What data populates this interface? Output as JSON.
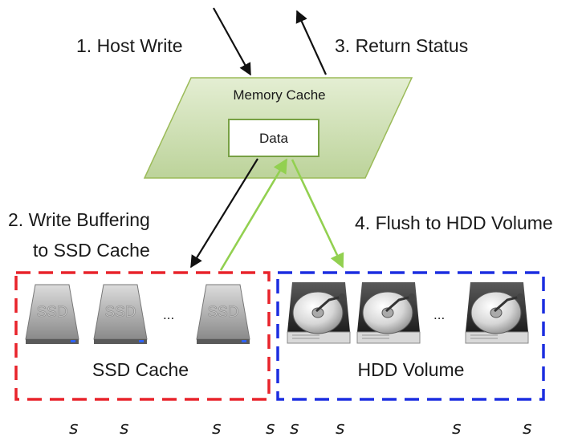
{
  "steps": {
    "host_write": "1. Host Write",
    "return_status": "3. Return Status",
    "write_buffering_line1": "2. Write Buffering",
    "write_buffering_line2": "to SSD Cache",
    "flush": "4. Flush to HDD Volume"
  },
  "memory_cache": {
    "title": "Memory Cache",
    "data_label": "Data"
  },
  "ssd_group": {
    "label": "SSD Cache",
    "drive_text": "SSD",
    "ellipsis": "...",
    "drive_count_shown": 3,
    "border_color": "#e8232b"
  },
  "hdd_group": {
    "label": "HDD Volume",
    "ellipsis": "...",
    "drive_count_shown": 3,
    "border_color": "#1c2ee0"
  },
  "colors": {
    "cache_fill": "#cfe0b0",
    "cache_stroke": "#9bbb59",
    "green_arrow": "#92d050",
    "black_arrow": "#111111"
  },
  "footer_glyphs": [
    "s",
    "s",
    "s",
    "s",
    "s",
    "s",
    "s",
    "s"
  ]
}
